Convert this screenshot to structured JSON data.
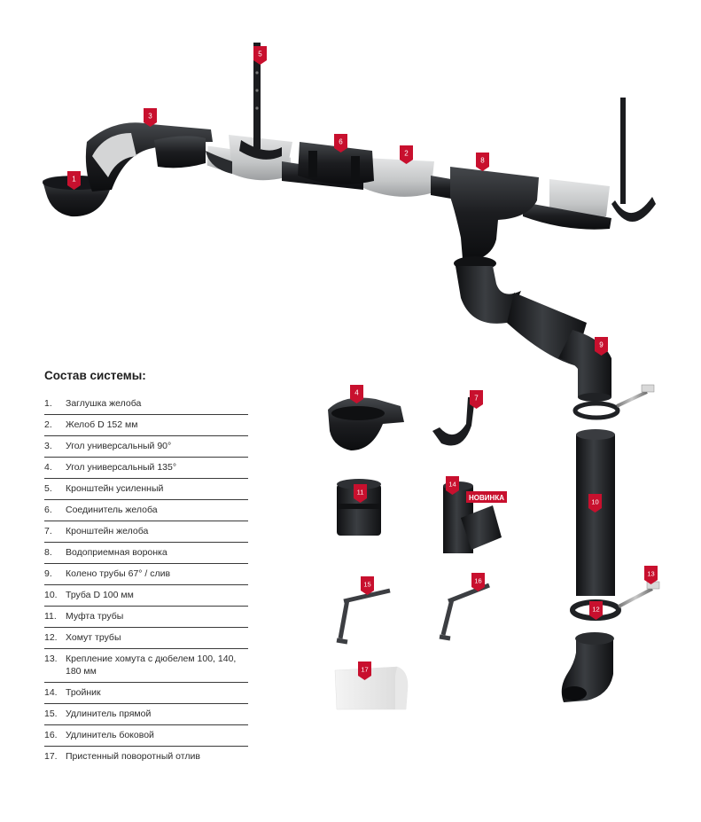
{
  "section": {
    "title": "Состав системы:"
  },
  "parts": [
    {
      "num": "1.",
      "label": "Заглушка желоба"
    },
    {
      "num": "2.",
      "label": "Желоб D 152 мм"
    },
    {
      "num": "3.",
      "label": "Угол универсальный 90°"
    },
    {
      "num": "4.",
      "label": "Угол универсальный 135°"
    },
    {
      "num": "5.",
      "label": "Кронштейн усиленный"
    },
    {
      "num": "6.",
      "label": "Соединитель желоба"
    },
    {
      "num": "7.",
      "label": "Кронштейн желоба"
    },
    {
      "num": "8.",
      "label": "Водоприемная воронка"
    },
    {
      "num": "9.",
      "label": "Колено трубы 67° / слив"
    },
    {
      "num": "10.",
      "label": "Труба D 100 мм"
    },
    {
      "num": "11.",
      "label": "Муфта трубы"
    },
    {
      "num": "12.",
      "label": "Хомут трубы"
    },
    {
      "num": "13.",
      "label": "Крепление хомута с дюбелем 100, 140, 180 мм"
    },
    {
      "num": "14.",
      "label": "Тройник"
    },
    {
      "num": "15.",
      "label": "Удлинитель прямой"
    },
    {
      "num": "16.",
      "label": "Удлинитель боковой"
    },
    {
      "num": "17.",
      "label": "Пристенный поворотный отлив"
    }
  ],
  "markers": [
    "1",
    "2",
    "3",
    "4",
    "5",
    "6",
    "7",
    "8",
    "9",
    "10",
    "11",
    "12",
    "13",
    "14",
    "15",
    "16",
    "17"
  ],
  "badge": {
    "new_label": "НОВИНКА"
  },
  "colors": {
    "marker_red": "#c8102e",
    "product_dark": "#1f2124",
    "product_gray": "#c9cbcc"
  }
}
